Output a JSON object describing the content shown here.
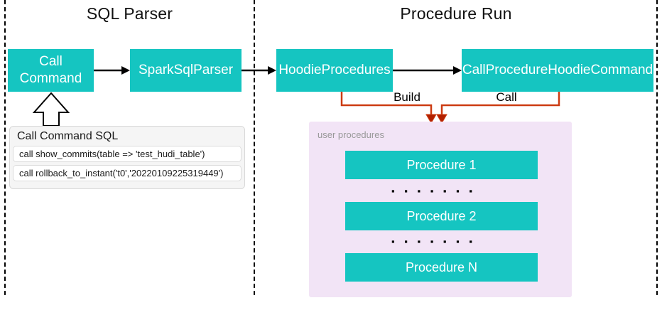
{
  "sections": {
    "sql_parser": {
      "title": "SQL Parser"
    },
    "procedure_run": {
      "title": "Procedure Run"
    }
  },
  "nodes": {
    "call_command": {
      "label": "Call Command"
    },
    "spark_sql_parser": {
      "label": "SparkSqlParser"
    },
    "hoodie_procedures": {
      "label": "HoodieProcedures"
    },
    "call_procedure_hoodie_command": {
      "label": "CallProcedureHoodieCommand"
    }
  },
  "edges": {
    "build_label": "Build",
    "call_label": "Call"
  },
  "sql_panel": {
    "title": "Call Command SQL",
    "rows": [
      "call show_commits(table => 'test_hudi_table')",
      "call rollback_to_instant('t0','20220109225319449')"
    ]
  },
  "user_procedures": {
    "label": "user procedures",
    "items": [
      "Procedure 1",
      "Procedure 2",
      "Procedure N"
    ],
    "dots": "▪ ▪ ▪ ▪ ▪ ▪ ▪"
  },
  "colors": {
    "teal": "#15c5c1",
    "lavender": "#f2e4f6",
    "orange_line": "#cc3b12",
    "orange_arrow_fill": "#b22000",
    "panel_bg": "#f5f5f5",
    "panel_border": "#d8d8d8",
    "row_border": "#dcdcdc",
    "muted": "#999999",
    "black": "#000000"
  }
}
